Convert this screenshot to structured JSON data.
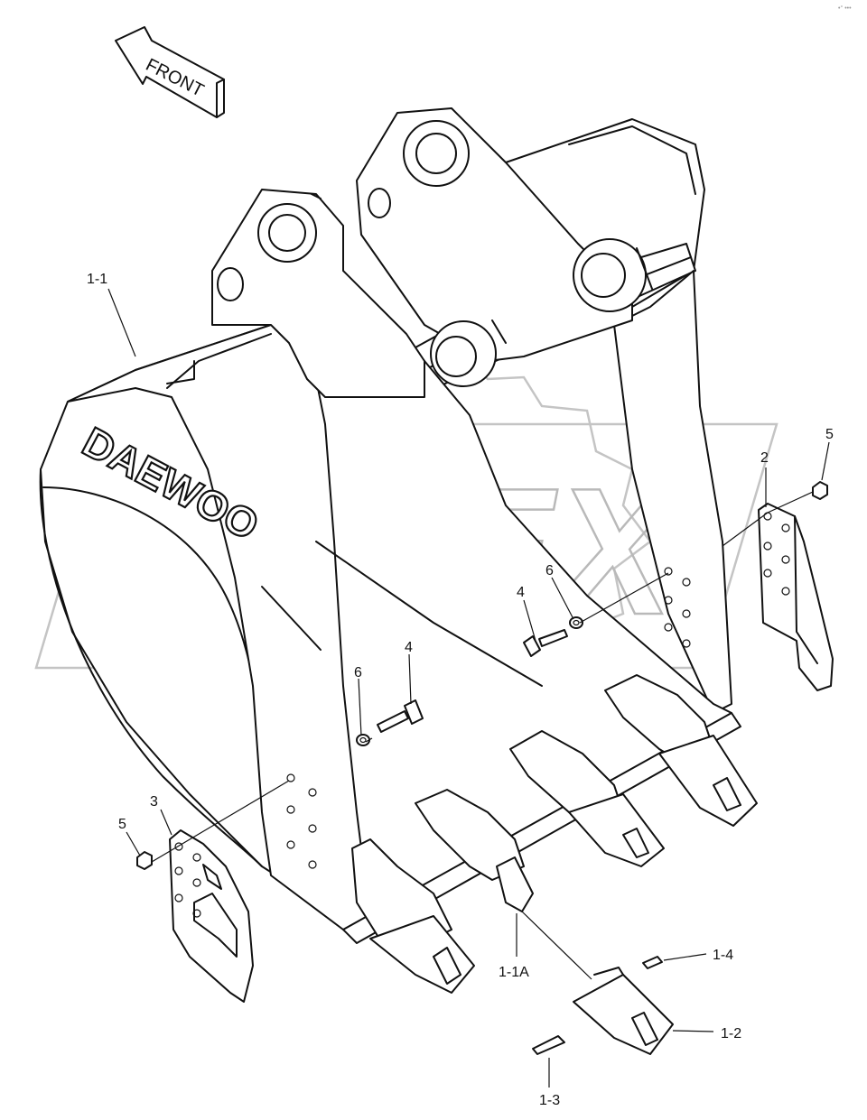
{
  "diagram": {
    "direction_arrow": {
      "text": "FRONT"
    },
    "brand_mark": "DAEWOO",
    "watermark": "OPEX",
    "corner_code": "•° •••",
    "callouts": {
      "c_1_1": "1-1",
      "c_1_1a": "1-1A",
      "c_1_2": "1-2",
      "c_1_3": "1-3",
      "c_1_4": "1-4",
      "c_2": "2",
      "c_3": "3",
      "c_4_left": "4",
      "c_4_right": "4",
      "c_5_left": "5",
      "c_5_right": "5",
      "c_6_left": "6",
      "c_6_right": "6"
    }
  }
}
